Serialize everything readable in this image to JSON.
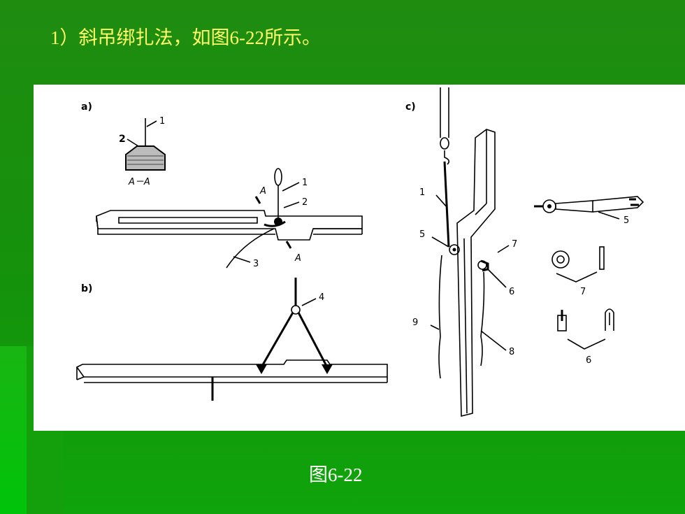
{
  "title": "1）斜吊绑扎法，如图6-22所示。",
  "caption": "图6-22",
  "figure": {
    "panel_a_label": "a)",
    "panel_b_label": "b)",
    "panel_c_label": "c)",
    "section_label": "A－A",
    "section_mark_top": "A",
    "section_mark_bottom": "A",
    "callouts_a": [
      "1",
      "2",
      "1",
      "2",
      "3"
    ],
    "callouts_b": [
      "4"
    ],
    "callouts_c": [
      "1",
      "5",
      "7",
      "6",
      "9",
      "8",
      "5",
      "7",
      "6"
    ]
  },
  "colors": {
    "background": "#1a8f0e",
    "title_text": "#ffff66",
    "caption_text": "#ffffff"
  }
}
